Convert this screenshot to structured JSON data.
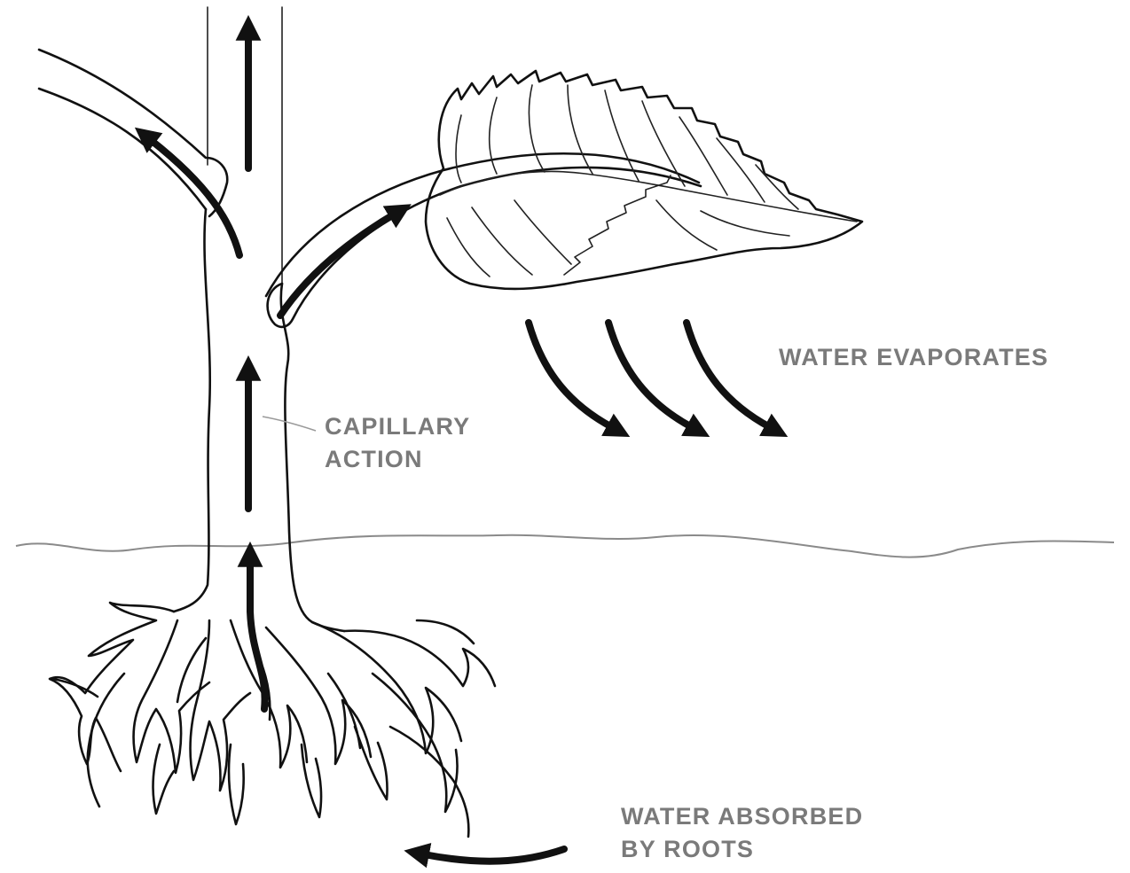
{
  "labels": {
    "capillary": [
      "CAPILLARY",
      "ACTION"
    ],
    "evaporates": "WATER EVAPORATES",
    "absorbed": [
      "WATER ABSORBED",
      "BY ROOTS"
    ]
  },
  "colors": {
    "ink": "#111111",
    "label": "#7a7a7a",
    "ground": "#8a8a8a",
    "background": "#ffffff"
  }
}
